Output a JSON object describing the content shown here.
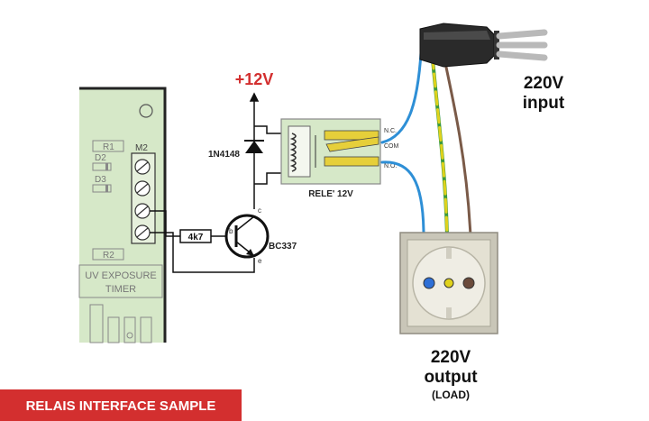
{
  "supply": {
    "label": "+12V",
    "color": "#d32f2f"
  },
  "diode": {
    "label": "1N4148"
  },
  "relay": {
    "label": "RELE' 12V",
    "nc": "N.C.",
    "com": "COM",
    "no": "N.O."
  },
  "transistor": {
    "label": "BC337",
    "pin_b": "b",
    "pin_c": "c",
    "pin_e": "e"
  },
  "resistor": {
    "label": "4k7"
  },
  "board": {
    "r1": "R1",
    "r2": "R2",
    "d2": "D2",
    "d3": "D3",
    "connector": "M2",
    "label_line1": "UV EXPOSURE",
    "label_line2": "TIMER",
    "fill": "#d6e8c8"
  },
  "input": {
    "line1": "220V",
    "line2": "input"
  },
  "output": {
    "line1": "220V",
    "line2": "output",
    "line3": "(LOAD)"
  },
  "banner": {
    "text": "RELAIS INTERFACE SAMPLE",
    "color": "#d32f2f"
  },
  "wire_colors": {
    "blue": "#2e8fd6",
    "yellow": "#e0d21c",
    "green": "#3c9a3c",
    "brown": "#7a5a48"
  }
}
